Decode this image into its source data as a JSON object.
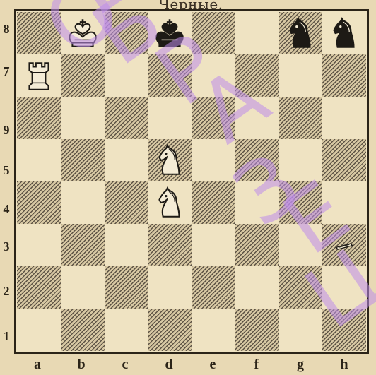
{
  "caption": "Черные.",
  "ranks": [
    "8",
    "7",
    "9",
    "5",
    "4",
    "3",
    "2",
    "1"
  ],
  "files": [
    "a",
    "b",
    "c",
    "d",
    "e",
    "f",
    "g",
    "h"
  ],
  "pieces": [
    {
      "square": "b8",
      "color": "white",
      "type": "king",
      "icon": "white-king-icon"
    },
    {
      "square": "d8",
      "color": "black",
      "type": "king",
      "icon": "black-king-icon"
    },
    {
      "square": "g8",
      "color": "black",
      "type": "knight",
      "icon": "black-knight-icon"
    },
    {
      "square": "h8",
      "color": "black",
      "type": "knight",
      "icon": "black-knight-icon"
    },
    {
      "square": "a7",
      "color": "white",
      "type": "rook",
      "icon": "white-rook-icon"
    },
    {
      "square": "d5",
      "color": "white",
      "type": "knight",
      "icon": "white-knight-icon"
    },
    {
      "square": "d4",
      "color": "white",
      "type": "knight",
      "icon": "white-knight-icon"
    },
    {
      "square": "h3",
      "color": "white",
      "type": "bishop",
      "icon": "white-bishop-icon"
    }
  ],
  "watermark": {
    "letters": [
      "О",
      "Б",
      "Р",
      "А",
      "З",
      "Е",
      "Ц"
    ],
    "color": "#be8ceb"
  },
  "colors": {
    "dark_square": "#5c5244",
    "light_square": "#efe3c2",
    "paper": "#e8d9b4",
    "ink": "#2b2418"
  }
}
